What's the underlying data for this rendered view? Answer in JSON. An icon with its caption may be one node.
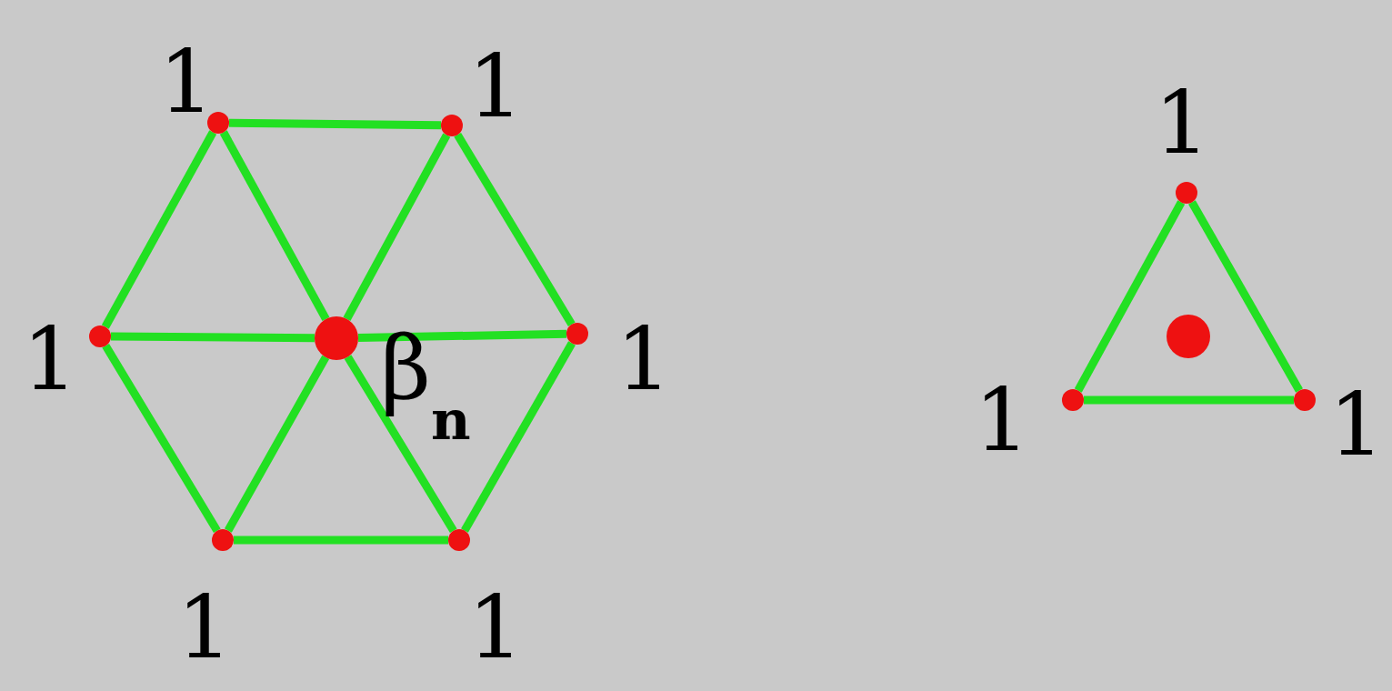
{
  "diagram": {
    "nodes": [
      {
        "text": [],
        "shape": "circle",
        "beside": [
          "1"
        ]
      },
      {
        "text": [],
        "shape": "circle",
        "beside": [
          "1"
        ]
      },
      {
        "text": [],
        "shape": "circle",
        "beside": [
          "1"
        ]
      },
      {
        "text": [],
        "shape": "circle",
        "beside": [
          "β$_{n}$"
        ]
      },
      {
        "text": [],
        "shape": "circle",
        "beside": [
          "1"
        ]
      },
      {
        "text": [],
        "shape": "circle",
        "beside": [
          "1"
        ]
      },
      {
        "text": [],
        "shape": "circle",
        "beside": [
          "1"
        ]
      },
      {
        "text": [],
        "shape": "circle",
        "beside": [
          "1"
        ]
      },
      {
        "text": [],
        "shape": "circle"
      },
      {
        "text": [],
        "shape": "circle",
        "beside": [
          "1"
        ]
      },
      {
        "text": [],
        "shape": "circle",
        "beside": [
          "1"
        ]
      }
    ],
    "edges": [
      {
        "from": 0,
        "to": 1,
        "arrow": "none"
      },
      {
        "from": 1,
        "to": 4,
        "arrow": "none"
      },
      {
        "from": 4,
        "to": 6,
        "arrow": "none"
      },
      {
        "from": 6,
        "to": 5,
        "arrow": "none"
      },
      {
        "from": 5,
        "to": 2,
        "arrow": "none"
      },
      {
        "from": 2,
        "to": 0,
        "arrow": "none"
      },
      {
        "from": 3,
        "to": 0,
        "arrow": "none"
      },
      {
        "from": 3,
        "to": 1,
        "arrow": "none"
      },
      {
        "from": 3,
        "to": 2,
        "arrow": "none"
      },
      {
        "from": 3,
        "to": 4,
        "arrow": "none"
      },
      {
        "from": 3,
        "to": 5,
        "arrow": "none"
      },
      {
        "from": 3,
        "to": 6,
        "arrow": "none"
      },
      {
        "from": 7,
        "to": 9,
        "arrow": "none"
      },
      {
        "from": 9,
        "to": 10,
        "arrow": "none"
      },
      {
        "from": 10,
        "to": 7,
        "arrow": "none"
      }
    ]
  }
}
